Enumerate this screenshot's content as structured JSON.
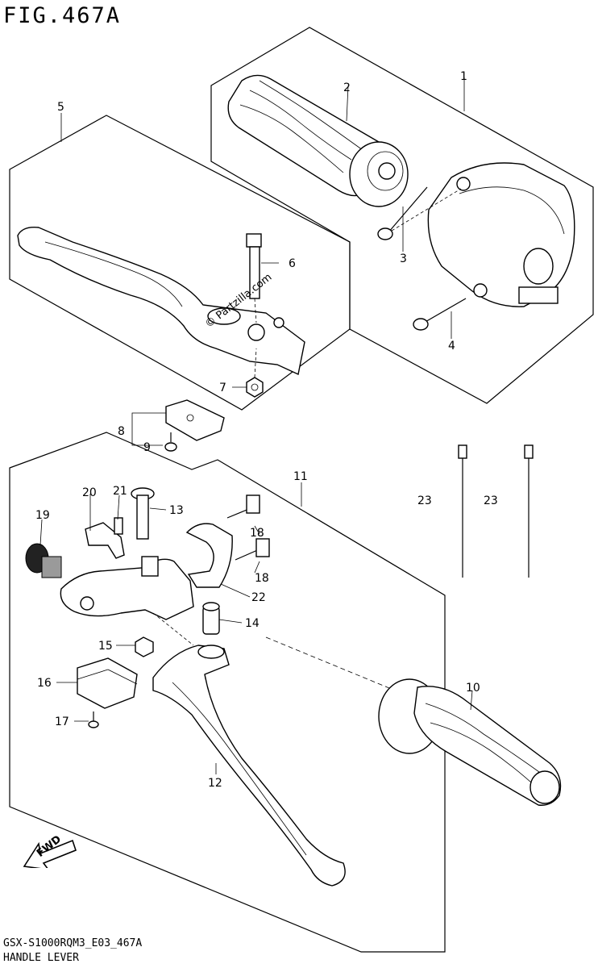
{
  "header": {
    "fig_title": "FIG.467A"
  },
  "footer": {
    "model_code": "GSX-S1000RQM3_E03_467A",
    "section_name": "HANDLE LEVER"
  },
  "watermark": "© Partzilla.com",
  "direction_badge": "FWD",
  "callouts": {
    "c1": "1",
    "c2": "2",
    "c3": "3",
    "c4": "4",
    "c5": "5",
    "c6": "6",
    "c7": "7",
    "c8": "8",
    "c9": "9",
    "c10": "10",
    "c11": "11",
    "c12": "12",
    "c13": "13",
    "c14": "14",
    "c15": "15",
    "c16": "16",
    "c17": "17",
    "c18a": "18",
    "c18b": "18",
    "c19": "19",
    "c20": "20",
    "c21": "21",
    "c22": "22",
    "c23a": "23",
    "c23b": "23"
  }
}
